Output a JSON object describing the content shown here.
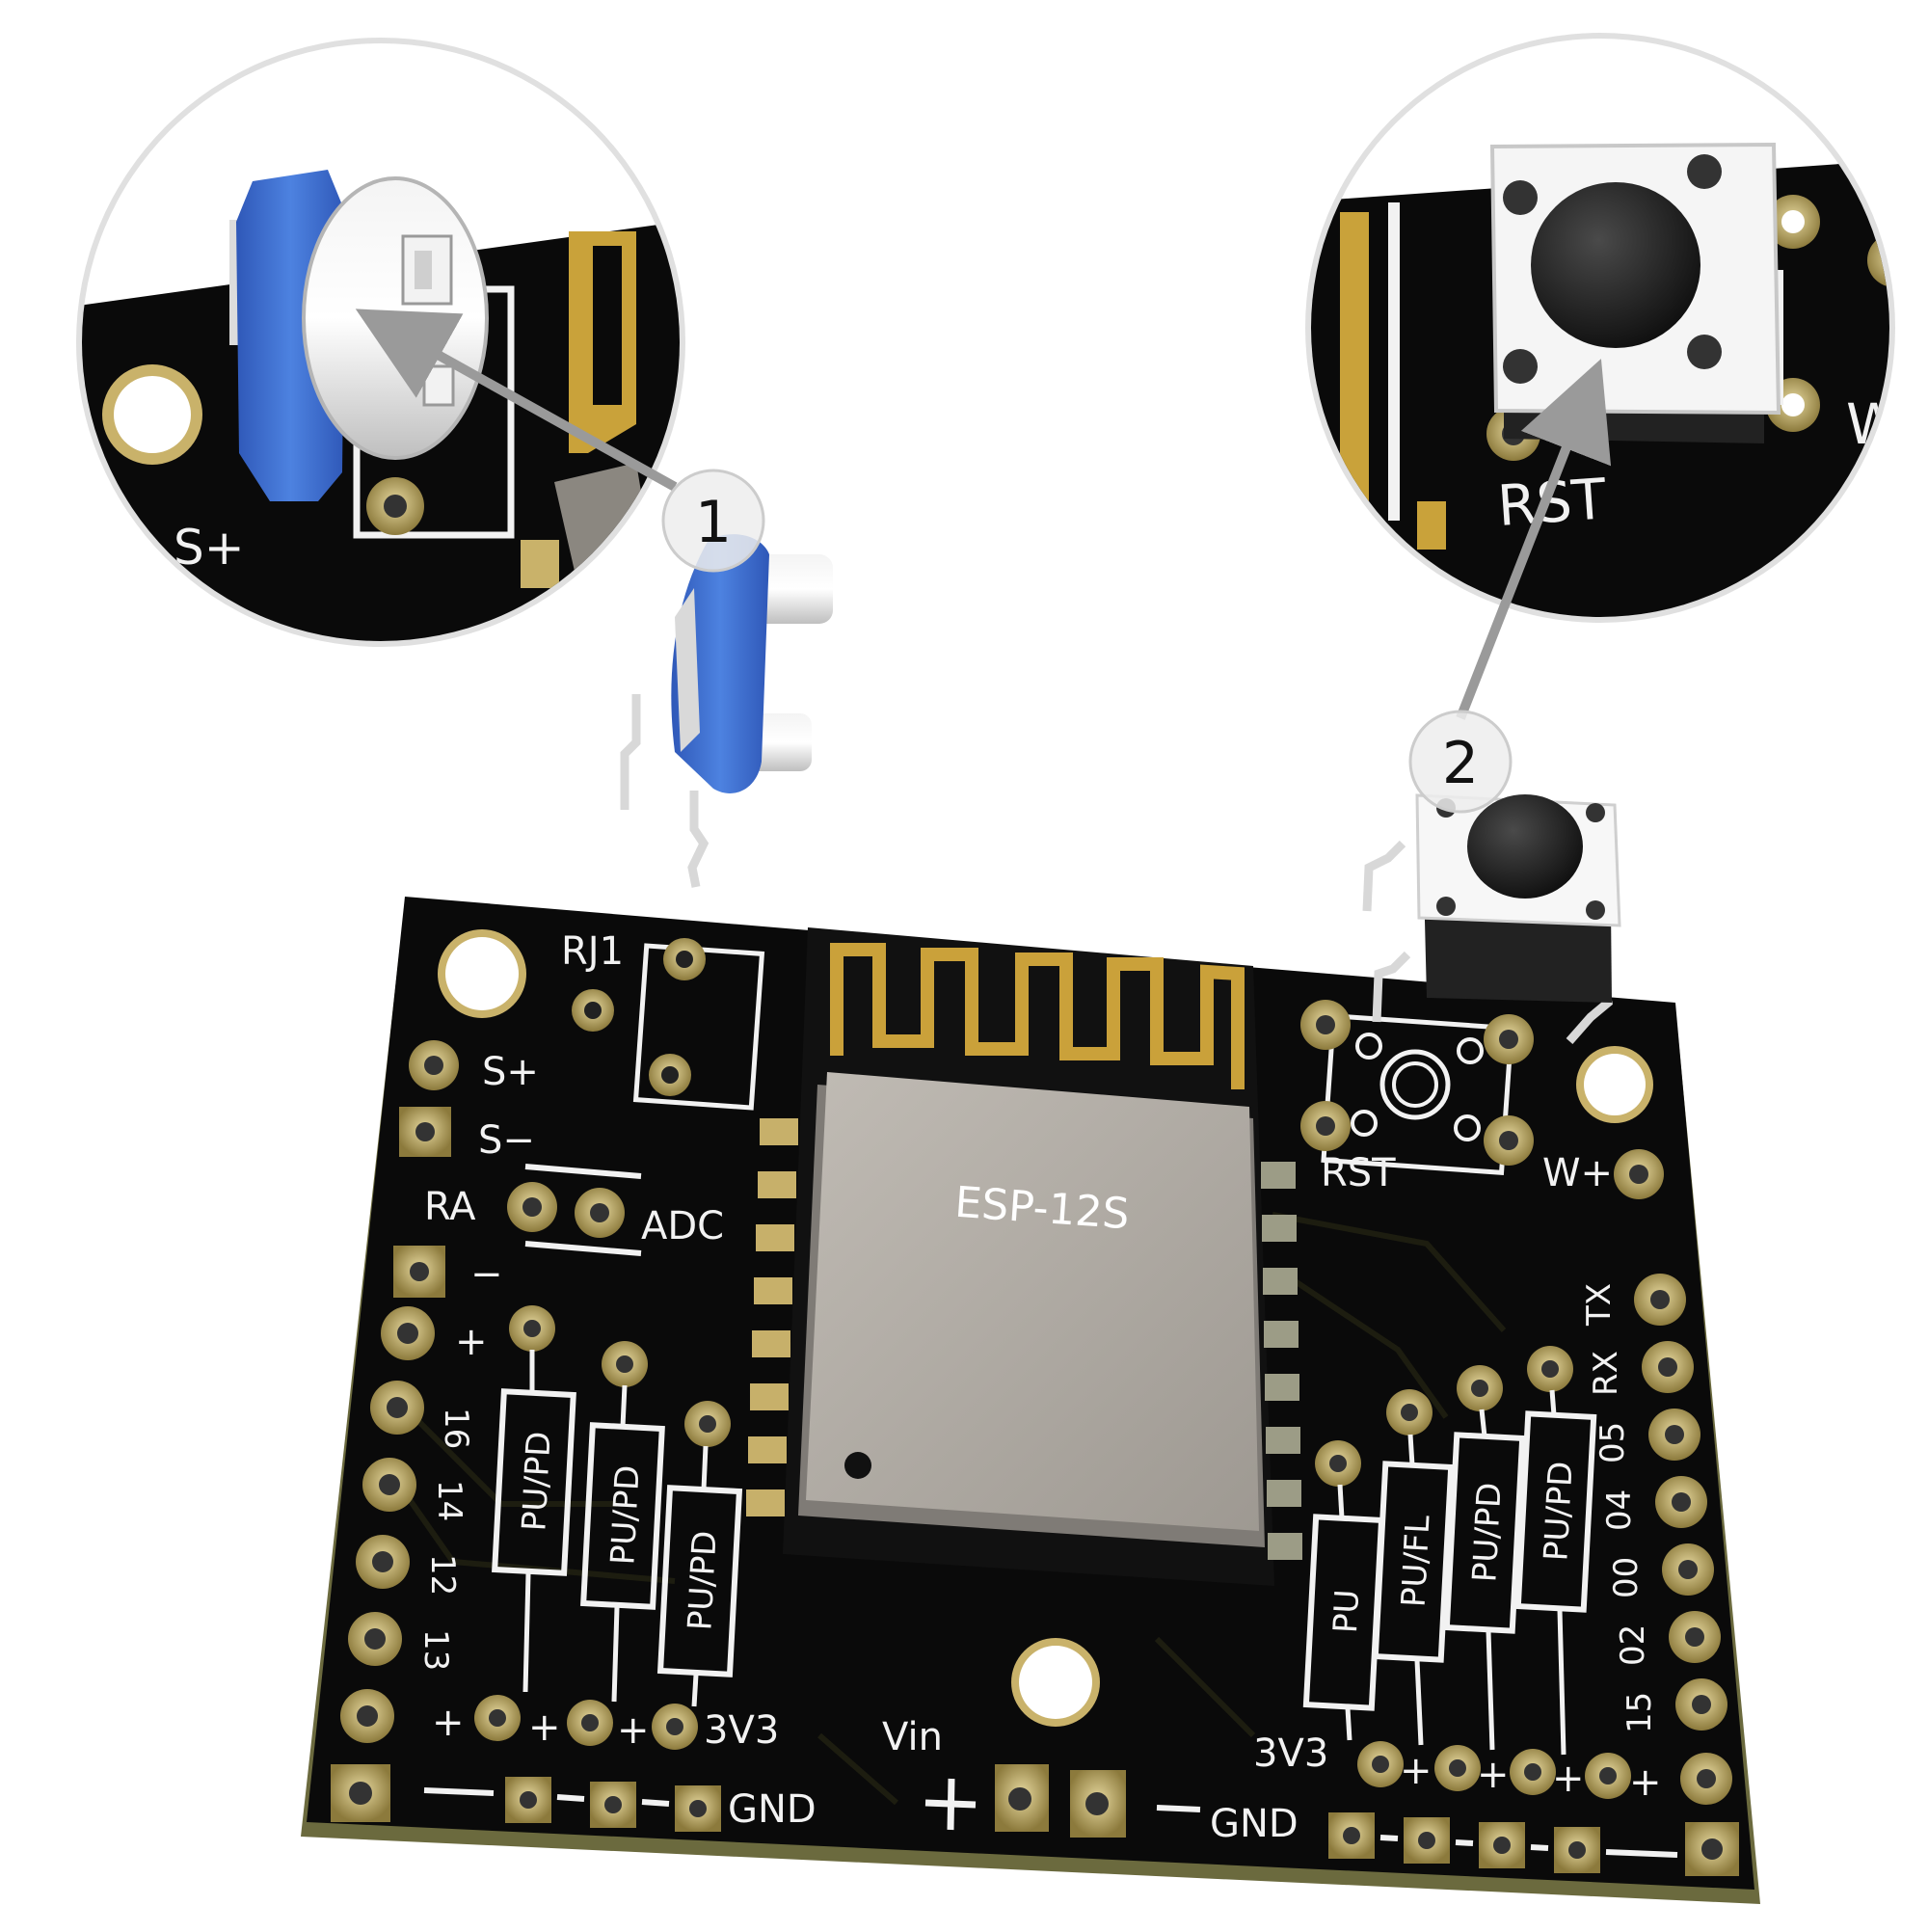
{
  "module": {
    "label": "ESP-12S"
  },
  "callouts": [
    {
      "number": "1"
    },
    {
      "number": "2"
    }
  ],
  "board": {
    "rj1": "RJ1",
    "s_plus": "S+",
    "s_minus": "S−",
    "ra": "RA",
    "adc": "ADC",
    "minus": "−",
    "plus": "+",
    "rst": "RST",
    "w_plus": "W+",
    "vin": "Vin",
    "v3_left": "3V3",
    "v3_right": "3V3",
    "gnd_left": "GND",
    "gnd_right": "GND",
    "left_pins": [
      "16",
      "14",
      "12",
      "13"
    ],
    "right_pins": [
      "TX",
      "RX",
      "05",
      "04",
      "00",
      "02",
      "15"
    ],
    "left_resistors": [
      "PU/PD",
      "PU/PD",
      "PU/PD"
    ],
    "right_resistors": [
      "PU",
      "PU/FL",
      "PU/PD",
      "PU/PD"
    ]
  },
  "zoom_left": {
    "s_plus": "S+"
  },
  "zoom_right": {
    "rst": "RST",
    "w": "W"
  },
  "colors": {
    "pcb": "#0a0a0a",
    "pcb_edge": "#6b6a3e",
    "silkscreen": "#f2f2f2",
    "pad_gold": "#c9b26a",
    "antenna": "#caa13a",
    "module_shield": "#aca7a0",
    "trimmer_blue": "#3f6fd0",
    "button_cap": "#1c1c1c",
    "arrow": "#9a9a9a"
  }
}
